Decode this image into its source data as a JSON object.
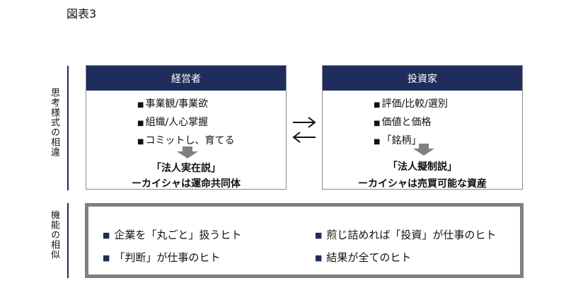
{
  "figure_label": "図表3",
  "row_labels": {
    "thinking": "思考様式の相違",
    "function": "機能の相似"
  },
  "managers": {
    "title": "経営者",
    "items": [
      "事業観/事業欲",
      "組織/人心掌握",
      "コミットし、育てる"
    ],
    "concept_line1": "「法人実在説」",
    "concept_line2": "ーカイシャは運命共同体"
  },
  "investors": {
    "title": "投資家",
    "items": [
      "評価/比較/選別",
      "価値と価格",
      "「銘柄」"
    ],
    "concept_line1": "「法人擬制説」",
    "concept_line2": "ーカイシャは売買可能な資産"
  },
  "functions": {
    "left": [
      "企業を「丸ごと」扱うヒト",
      "「判断」が仕事のヒト"
    ],
    "right": [
      "煎じ詰めれば「投資」が仕事のヒト",
      "結果が全てのヒト"
    ]
  },
  "bullet_glyph": "■",
  "colors": {
    "header_navy": "#1f2d5c",
    "frame_gray": "#7f7f7f",
    "arrow_gray": "#808080"
  }
}
